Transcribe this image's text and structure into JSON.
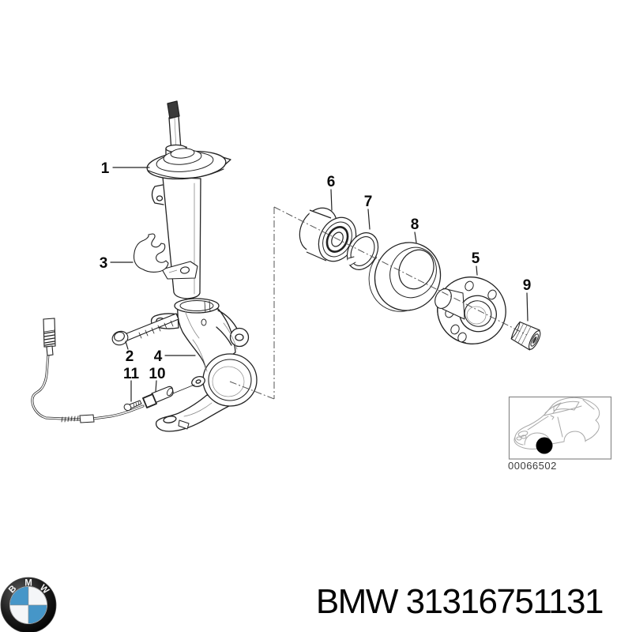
{
  "diagram": {
    "callouts": [
      {
        "number": "1"
      },
      {
        "number": "2"
      },
      {
        "number": "3"
      },
      {
        "number": "4"
      },
      {
        "number": "5"
      },
      {
        "number": "6"
      },
      {
        "number": "7"
      },
      {
        "number": "8"
      },
      {
        "number": "9"
      },
      {
        "number": "10"
      },
      {
        "number": "11"
      }
    ],
    "thumbnail_code": "00066502"
  },
  "footer": {
    "part_number": "BMW 31316751131",
    "logo_letters": [
      "B",
      "M",
      "W"
    ]
  },
  "colors": {
    "line": "#222222",
    "light_line": "#888888",
    "thumbnail_line": "#a8a8a8",
    "logo_blue": "#4696c8",
    "marker_dot": "#000000",
    "background": "#ffffff"
  }
}
